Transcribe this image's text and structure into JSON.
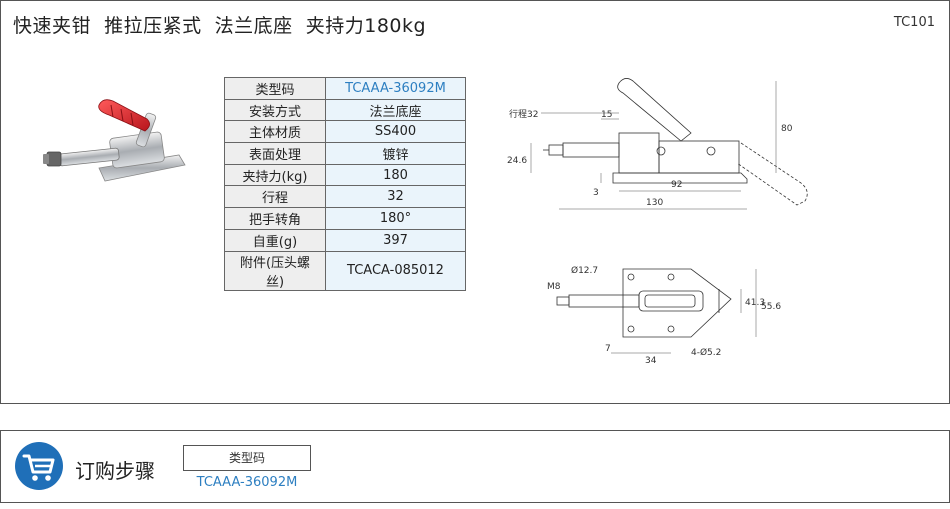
{
  "header": {
    "title": "快速夹钳  推拉压紧式  法兰底座  夹持力180kg",
    "code": "TC101"
  },
  "specs": [
    {
      "label": "类型码",
      "value": "TCAAA-36092M"
    },
    {
      "label": "安装方式",
      "value": "法兰底座"
    },
    {
      "label": "主体材质",
      "value": "SS400"
    },
    {
      "label": "表面处理",
      "value": "镀锌"
    },
    {
      "label": "夹持力(kg)",
      "value": "180"
    },
    {
      "label": "行程",
      "value": "32"
    },
    {
      "label": "把手转角",
      "value": "180°"
    },
    {
      "label": "自重(g)",
      "value": "397"
    },
    {
      "label": "附件(压头螺丝)",
      "value": "TCACA-085012"
    }
  ],
  "drawing": {
    "side": {
      "stroke": "行程32",
      "d15": "15",
      "d80": "80",
      "d246": "24.6",
      "d3": "3",
      "d92": "92",
      "d130": "130"
    },
    "top": {
      "m8": "M8",
      "d127": "Ø12.7",
      "d413": "41.3",
      "d556": "55.6",
      "d7": "7",
      "d34": "34",
      "holes": "4-Ø5.2"
    }
  },
  "order": {
    "title": "订购步骤",
    "box_label": "类型码",
    "value": "TCAAA-36092M"
  },
  "colors": {
    "accent": "#1f6fb8",
    "link": "#2d7fc1",
    "handle": "#d8282f"
  },
  "icons": {
    "order": "shopping-cart-icon"
  }
}
